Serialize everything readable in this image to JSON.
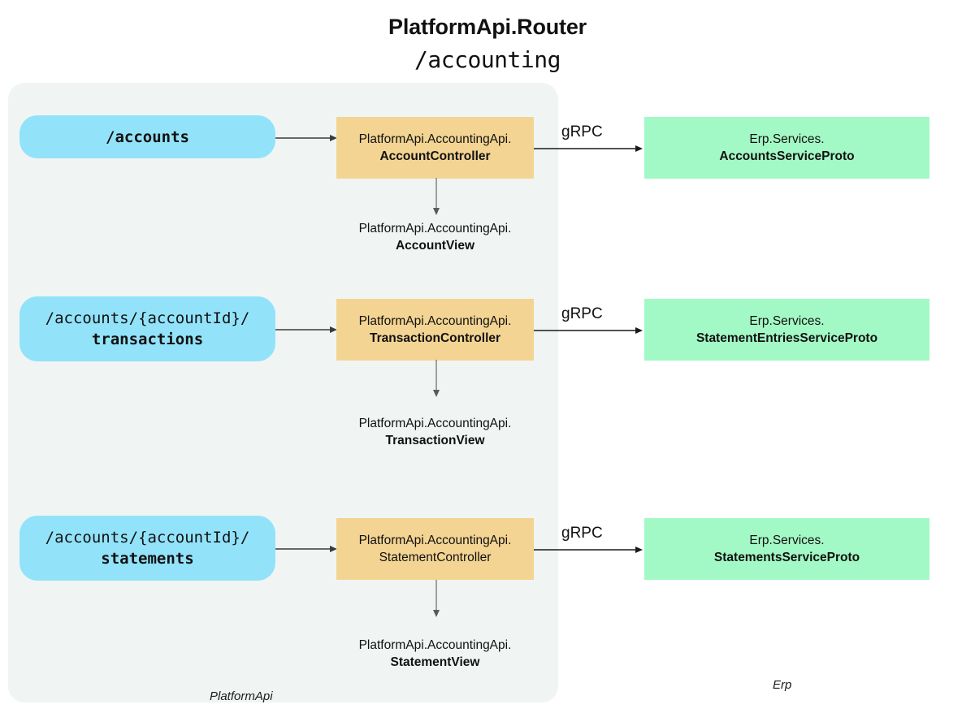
{
  "header": {
    "title": "PlatformApi.Router",
    "subtitle": "/accounting"
  },
  "groups": {
    "left": {
      "label": "PlatformApi"
    },
    "right": {
      "label": "Erp"
    }
  },
  "edges": {
    "grpc_label": "gRPC"
  },
  "colors": {
    "panel_bg": "#f0f5f4",
    "route_pill": "#92e3fa",
    "controller": "#f3d492",
    "service": "#a3f9c5",
    "arrow": "#3a3a3a",
    "arrow_soft": "#8a8a8a"
  },
  "rows": [
    {
      "route": {
        "line1": "/accounts",
        "line2": "",
        "single_line": true
      },
      "controller": {
        "namespace": "PlatformApi.AccountingApi.",
        "class": "AccountController",
        "class_bold": true
      },
      "view": {
        "namespace": "PlatformApi.AccountingApi.",
        "class": "AccountView"
      },
      "protocol": "gRPC",
      "service": {
        "namespace": "Erp.Services.",
        "class": "AccountsServiceProto"
      }
    },
    {
      "route": {
        "line1": "/accounts/{accountId}/",
        "line2": "transactions",
        "single_line": false
      },
      "controller": {
        "namespace": "PlatformApi.AccountingApi.",
        "class": "TransactionController",
        "class_bold": true
      },
      "view": {
        "namespace": "PlatformApi.AccountingApi.",
        "class": "TransactionView"
      },
      "protocol": "gRPC",
      "service": {
        "namespace": "Erp.Services.",
        "class": "StatementEntriesServiceProto"
      }
    },
    {
      "route": {
        "line1": "/accounts/{accountId}/",
        "line2": "statements",
        "single_line": false
      },
      "controller": {
        "namespace": "PlatformApi.AccountingApi.",
        "class": "StatementController",
        "class_bold": false
      },
      "view": {
        "namespace": "PlatformApi.AccountingApi.",
        "class": "StatementView"
      },
      "protocol": "gRPC",
      "service": {
        "namespace": "Erp.Services.",
        "class": "StatementsServiceProto"
      }
    }
  ]
}
